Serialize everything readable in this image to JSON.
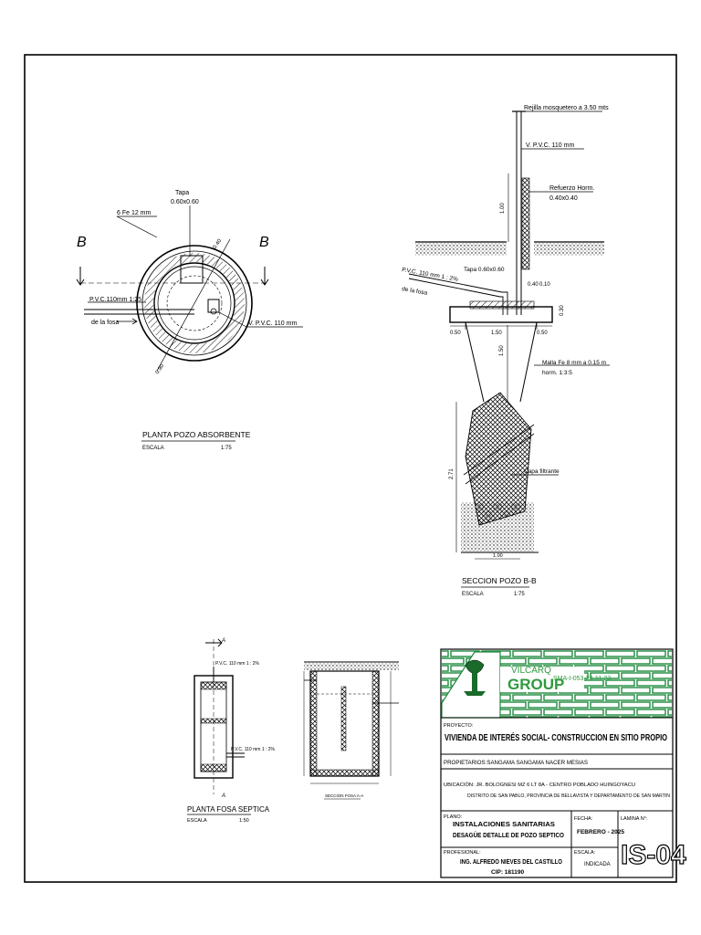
{
  "plan_absorbente": {
    "label_b_left": "B",
    "label_b_right": "B",
    "tapa_title": "Tapa",
    "tapa_dims": "0.60x0.60",
    "bars": "6 Fe 12 mm",
    "pipe_in": "P.V.C.110mm 1:25",
    "from_fosa": "de la fosa",
    "vent_pipe": "V. P.V.C. 110 mm",
    "dim_a": "0.40",
    "dim_b": "0.90",
    "title": "PLANTA POZO ABSORBENTE",
    "scale_label": "ESCALA",
    "scale_value": "1:75"
  },
  "section_bb": {
    "rejilla": "Rejilla mosquetero a 3.50 mts",
    "vent_pipe": "V. P.V.C. 110 mm",
    "refuerzo": "Refuerzo Horm.",
    "refuerzo_dims": "0.40x0.40",
    "pipe_in": "P.V.C. 110 mm 1 : 2%",
    "from_fosa": "de la fosa",
    "tapa": "Tapa 0.60x0.60",
    "dim_040": "0.40",
    "dim_010": "0.10",
    "dim_side": "0.30",
    "dim_left": "0.50",
    "dim_mid": "1.50",
    "dim_right": "0.50",
    "dim_vert_top": "1.00",
    "dim_vert_mid": "1.50",
    "dim_vert_low": "2.71",
    "malla": "Malla Fe 8 mm a 0.15 m",
    "horm": "horm. 1:3:5",
    "capa": "Capa filtrante",
    "dim_bottom": "1.00",
    "title": "SECCION POZO B-B",
    "scale_label": "ESCALA",
    "scale_value": "1:75"
  },
  "plan_fosa": {
    "label_a_top": "A",
    "label_a_bottom": "A",
    "pipe_top": "P.V.C. 110 mm 1 : 2%",
    "pipe_right": "P.V.C. 110 mm 1 : 2%",
    "title": "PLANTA FOSA SEPTICA",
    "scale_label": "ESCALA",
    "scale_value": "1:50"
  },
  "section_fosa": {
    "title": "SECCION FOSA A-A"
  },
  "title_block": {
    "logo_line1": "VILCARQ",
    "logo_line2": "GROUP",
    "registro": "SMA-I-053-23-11-23",
    "proyecto_label": "PROYECTO:",
    "proyecto": "VIVIENDA DE INTERÉS SOCIAL- CONSTRUCCION EN SITIO PROPIO",
    "propietarios": "PROPIETARIOS:SANGAMA SANGAMA NACER MESIAS",
    "ubicacion_1": "UBICACIÓN: JR. BOLOGNESI MZ 6 LT 8A - CENTRO POBLADO HUINGOYACU",
    "ubicacion_2": "DISTRITO DE SAN PABLO, PROVINCIA DE BELLAVISTA Y DEPARTAMENTO DE SAN MARTIN",
    "plano_label": "PLANO:",
    "plano_1": "INSTALACIONES SANITARIAS",
    "plano_2": "DESAGÜE DETALLE DE POZO SEPTICO",
    "fecha_label": "FECHA:",
    "fecha": "FEBRERO - 2025",
    "lamina_label": "LAMINA N°:",
    "lamina": "IS-04",
    "profesional_label": "PROFESIONAL:",
    "profesional": "ING. ALFREDO NIEVES DEL CASTILLO",
    "cip": "CIP: 181190",
    "escala_label": "ESCALA:",
    "escala": "INDICADA"
  },
  "colors": {
    "brick": "#1e8a3e",
    "logo_green": "#2f9a3e",
    "logo_dark": "#1a6a2a"
  }
}
